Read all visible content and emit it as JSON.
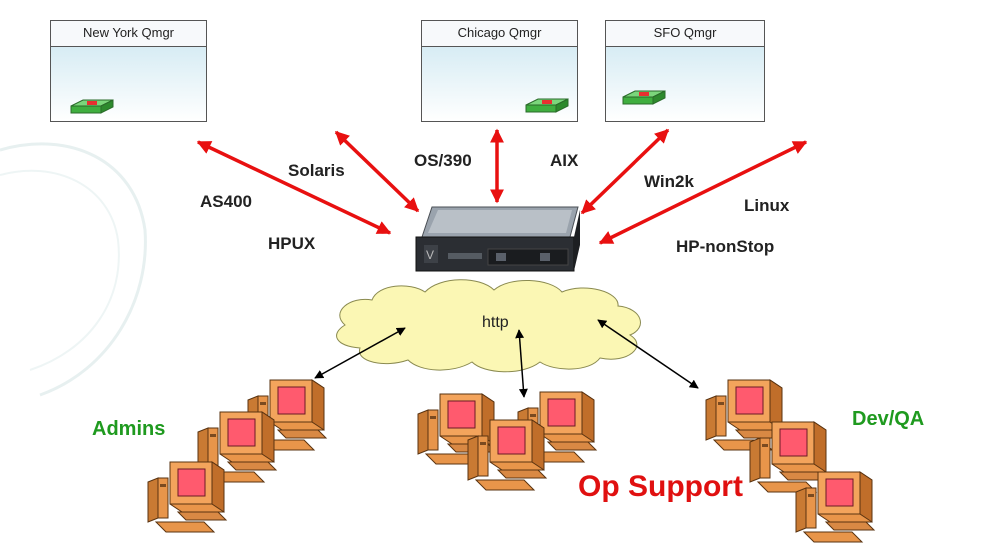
{
  "qmgrs": {
    "ny": "New York Qmgr",
    "chicago": "Chicago Qmgr",
    "sfo": "SFO Qmgr"
  },
  "platforms": {
    "solaris": "Solaris",
    "os390": "OS/390",
    "aix": "AIX",
    "win2k": "Win2k",
    "as400": "AS400",
    "linux": "Linux",
    "hpux": "HPUX",
    "hpnonstop": "HP-nonStop"
  },
  "network": {
    "http": "http"
  },
  "groups": {
    "admins": "Admins",
    "devqa": "Dev/QA",
    "opsupport": "Op Support"
  },
  "colors": {
    "arrow_red": "#e81010",
    "group_green": "#1f9a1f",
    "accent_red": "#e01010",
    "cloud": "#fbf7b4",
    "screen": "#ff5a6e",
    "computer_body": "#f3a45c"
  }
}
